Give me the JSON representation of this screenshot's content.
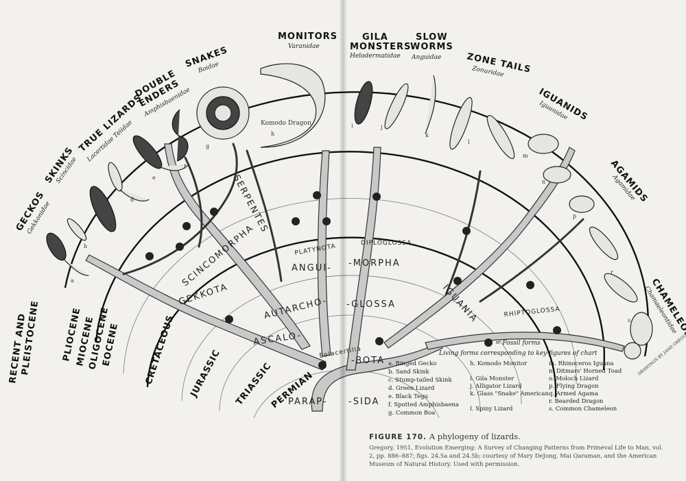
{
  "groups": {
    "geckos": {
      "name": "GECKOS",
      "family": "Gekkonidae"
    },
    "skinks": {
      "name": "SKINKS",
      "family": "Scincidae"
    },
    "true_lizards": {
      "name": "TRUE LIZARDS",
      "family": "Lacertidae Teiidae"
    },
    "double_enders": {
      "name1": "DOUBLE",
      "name2": "ENDERS",
      "family": "Amphisbaenidae"
    },
    "snakes": {
      "name": "SNAKES",
      "family": "Boidae"
    },
    "monitors": {
      "name": "MONITORS",
      "family": "Varanidae",
      "note": "Komodo Dragon"
    },
    "gila": {
      "name1": "GILA",
      "name2": "MONSTERS",
      "family": "Helodermatidae"
    },
    "slow_worms": {
      "name1": "SLOW",
      "name2": "WORMS",
      "family": "Anguidae"
    },
    "zone_tails": {
      "name": "ZONE TAILS",
      "family": "Zonuridae"
    },
    "iguanids": {
      "name": "IGUANIDS",
      "family": "Iguanidae"
    },
    "agamids": {
      "name": "AGAMIDS",
      "family": "Agamidae"
    },
    "chameleons": {
      "name": "CHAMELEONS",
      "family": "Chamaeleontidae"
    }
  },
  "eras": {
    "recent1": "RECENT AND",
    "recent2": "PLEISTOCENE",
    "pliocene": "PLIOCENE",
    "miocene": "MIOCENE",
    "oligocene": "OLIGOCENE",
    "eocene": "EOCENE",
    "cretaceous": "CRETACEOUS",
    "jurassic": "JURASSIC",
    "triassic": "TRIASSIC",
    "permian": "PERMIAN"
  },
  "clades": {
    "serpentes": "SERPENTES",
    "scincomorpha": "SCINCOMORPHA",
    "gekkota": "GEKKOTA",
    "platynota": "PLATYNOTA",
    "angui": "ANGUI-",
    "morpha": "-MORPHA",
    "diploglossa": "DIPLOGLOSSA",
    "autarcho": "AUTARCHO-",
    "glossa": "-GLOSSA",
    "ascalo": "ASCALO-",
    "bota": "-BOTA",
    "iguania": "IGUANIA",
    "rhiptoglossa": "RHIPTOGLOSSA",
    "eolacertilia": "Eolacertilia",
    "parap": "PARAP-",
    "sida": "-SIDA"
  },
  "letters": [
    "a",
    "b",
    "c",
    "d",
    "e",
    "f",
    "g",
    "h",
    "i",
    "j",
    "k",
    "l",
    "m",
    "n",
    "p",
    "r",
    "s"
  ],
  "credit": "DRAWINGS BY JANE GREGORY",
  "legend": {
    "fossil": "= Fossil forms"
  },
  "key": {
    "title": "Living forms corresponding to key-figures of chart",
    "col1": [
      "a. Ringed Gecko",
      "b. Sand Skink",
      "c. Stump-tailed Skink",
      "d. Green Lizard",
      "e. Black Tegu",
      "f. Spotted Amphisbaena",
      "g. Common Boa"
    ],
    "col2": [
      "h. Komodo Monitor",
      "i. Gila Monster",
      "j. Alligator Lizard",
      "k. Glass \"Snake\" American",
      "l. Spiny Lizard"
    ],
    "col3": [
      "m. Rhinoceros Iguana",
      "n. Ditmars' Horned Toad",
      "o. Moloch Lizard",
      "p. Flying Dragon",
      "q. Armed Agama",
      "r. Bearded Dragon",
      "s. Common Chameleon"
    ]
  },
  "caption": {
    "figure": "FIGURE 170.",
    "heading": "A phylogeny of lizards.",
    "source": "Gregory, 1951, Evolution Emerging: A Survey of Changing Patterns from Primeval Life to Man, vol. 2, pp. 886–887; figs. 24.5a and 24.5b; courtesy of Mary DeJong, Mai Qaraman, and the American Museum of Natural History. Used with permission."
  }
}
